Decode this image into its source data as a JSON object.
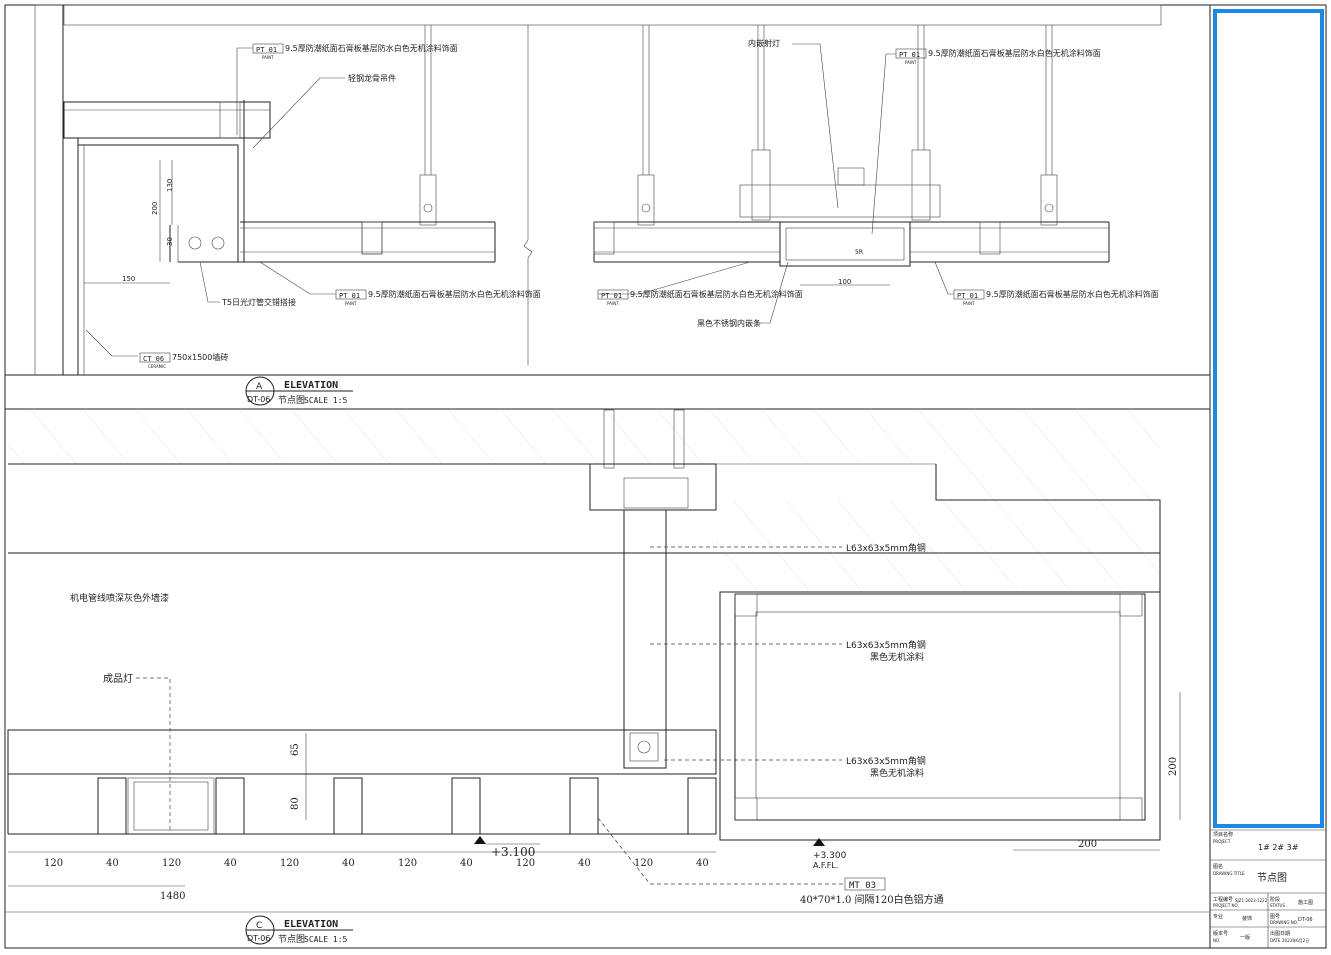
{
  "drawing": {
    "section_a": {
      "badge_letter": "A",
      "badge_ref": "DT-06",
      "title": "ELEVATION",
      "subtitle": "节点图",
      "scale": "SCALE 1:5"
    },
    "section_c": {
      "badge_letter": "C",
      "badge_ref": "DT-06",
      "title": "ELEVATION",
      "subtitle": "节点图",
      "scale": "SCALE 1:5"
    },
    "callouts_a": {
      "pt01_code": "PT 01",
      "pt01_sub": "PAINT",
      "pt01_text": "9.5厚防潮纸面石膏板基层防水白色无机涂料饰面",
      "hanger_text": "轻钢龙骨吊件",
      "t5_text": "T5日光灯管交错搭接",
      "ct06_code": "CT 06",
      "ct06_sub": "CERAMIC",
      "ct06_text": "750x1500墙砖",
      "inner_light": "内嵌射灯",
      "stainless": "黑色不锈钢内嵌条"
    },
    "dims_a": {
      "d150": "150",
      "d200": "200",
      "d130": "130",
      "d30": "30",
      "d100": "100",
      "d5r": "5R"
    },
    "callouts_c": {
      "angle1": "L63x63x5mm角钢",
      "angle2": "L63x63x5mm角钢",
      "angle2_paint": "黑色无机涂料",
      "angle3": "L63x63x5mm角钢",
      "angle3_paint": "黑色无机涂料",
      "pipe_note": "机电管线喷深灰色外墙漆",
      "lamp": "成品灯",
      "mt03_code": "MT 03",
      "mt03_text": "40*70*1.0 间隔120白色铝方通",
      "level1": "+3.100",
      "level2": "+3.300",
      "afl": "A.F.FL."
    },
    "dims_c": {
      "bottom_row": [
        "120",
        "40",
        "120",
        "40",
        "120",
        "40",
        "120",
        "40",
        "120",
        "40",
        "120",
        "40"
      ],
      "total": "1480",
      "d65": "65",
      "d80": "80",
      "d200v": "200",
      "d200h": "200"
    }
  },
  "title_block": {
    "project_label": "项目名称",
    "project_label_en": "PROJECT",
    "project_value": "1#  2#  3#",
    "drawing_title_label": "图名",
    "drawing_title_label_en": "DRAWING TITLE",
    "drawing_title_value": "节点图",
    "project_no_label": "工程编号",
    "project_no_label_en": "PROJECT NO.",
    "project_no_value": "SJZ1-2023-1222",
    "status_label": "阶段",
    "status_label_en": "STATUS",
    "status_value": "施工图",
    "discipline_label": "专业",
    "discipline_value": "装饰",
    "drawing_no_label": "图号",
    "drawing_no_label_en": "DRAWING NO.",
    "drawing_no_value": "DT-06",
    "version_label": "版本号",
    "version_label_en": "NO.",
    "version_value": "一版",
    "date_label": "出图日期",
    "date_label_en": "DATE",
    "date_value": "2023年6月2日"
  },
  "colors": {
    "frame_accent": "#1e88e5",
    "line": "#222222"
  }
}
